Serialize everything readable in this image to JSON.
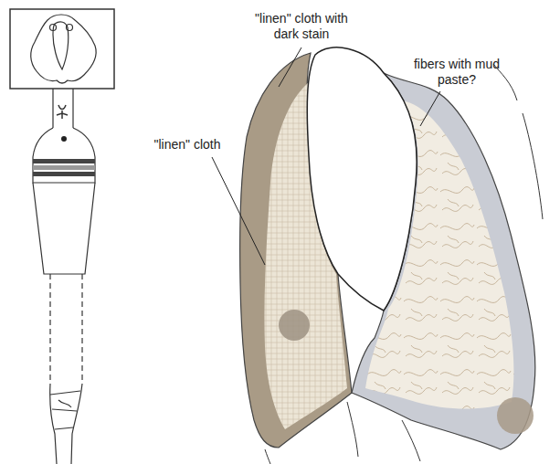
{
  "diagram": {
    "labels": [
      "\"linen\" cloth with dark stain",
      "\"linen\" cloth",
      "fibers with mud paste?"
    ]
  }
}
